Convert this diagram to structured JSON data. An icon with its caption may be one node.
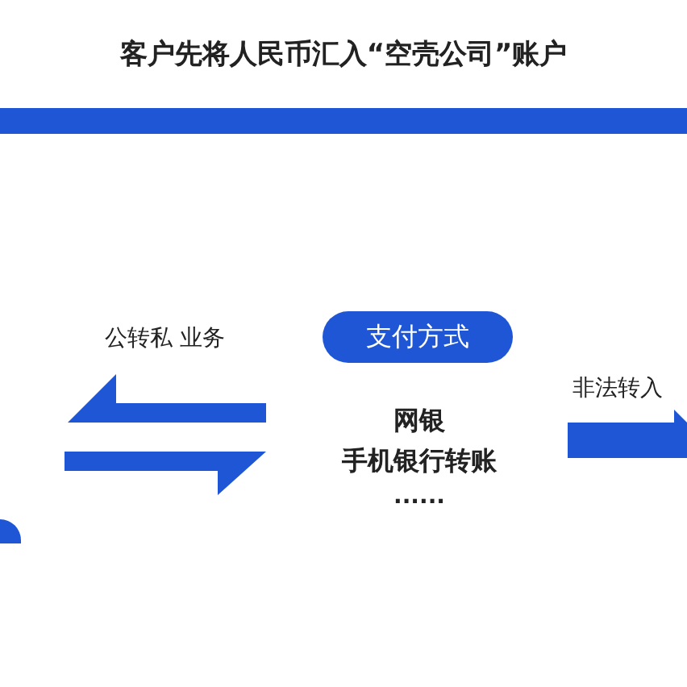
{
  "diagram": {
    "title": "客户先将人民币汇入“空壳公司”账户",
    "nodes": [
      {
        "text": [
          "支付方式"
        ]
      }
    ],
    "labels": [
      "公转私 业务",
      "非法转入",
      "网银",
      "手机银行转账",
      "......"
    ]
  }
}
